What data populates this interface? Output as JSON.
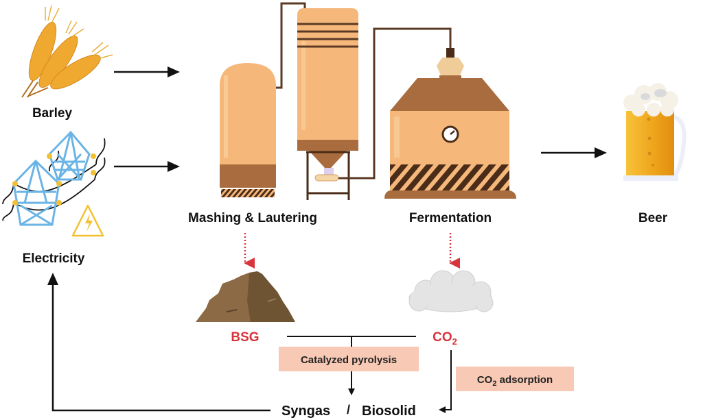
{
  "diagram": {
    "type": "process-flow",
    "inputs": {
      "barley": {
        "label": "Barley",
        "icon": "barley-icon"
      },
      "electricity": {
        "label": "Electricity",
        "icon": "power-tower-icon"
      }
    },
    "stages": {
      "mashing": {
        "label": "Mashing & Lautering",
        "icon": "mash-tun-icon"
      },
      "fermentation": {
        "label": "Fermentation",
        "icon": "fermenter-icon"
      }
    },
    "output": {
      "label": "Beer",
      "icon": "beer-mug-icon"
    },
    "byproducts": {
      "bsg": {
        "label": "BSG",
        "icon": "grain-pile-icon"
      },
      "co2": {
        "label_main": "CO",
        "label_sub": "2",
        "icon": "cloud-icon"
      }
    },
    "processes": {
      "pyrolysis": {
        "label": "Catalyzed pyrolysis"
      },
      "adsorption": {
        "label_main": "CO",
        "label_sub": "2",
        "label_rest": " adsorption"
      }
    },
    "products": {
      "syngas": {
        "label": "Syngas"
      },
      "separator": {
        "label": "/"
      },
      "biosolid": {
        "label": "Biosolid"
      }
    },
    "edges": [
      {
        "from": "Barley",
        "to": "Mashing & Lautering",
        "style": "solid"
      },
      {
        "from": "Electricity",
        "to": "Mashing & Lautering",
        "style": "solid"
      },
      {
        "from": "Fermentation",
        "to": "Beer",
        "style": "solid"
      },
      {
        "from": "Mashing & Lautering",
        "to": "BSG",
        "style": "dotted-red"
      },
      {
        "from": "Fermentation",
        "to": "CO2",
        "style": "dotted-red"
      },
      {
        "from": "BSG",
        "to": "Syngas / Biosolid",
        "via": "Catalyzed pyrolysis",
        "style": "solid"
      },
      {
        "from": "CO2",
        "to": "Biosolid",
        "via": "CO2 adsorption",
        "style": "solid"
      },
      {
        "from": "Syngas",
        "to": "Electricity",
        "style": "solid"
      }
    ],
    "colors": {
      "tank": "#f5b77a",
      "tank_dark": "#a86c3e",
      "pipe": "#5a3a24",
      "arrow": "#111111",
      "byproduct_arrow": "#d8343c",
      "byproduct_label": "#d8343c",
      "process_box": "#f8c9b4",
      "tower": "#6ab4e6",
      "cloud": "#e4e4e4",
      "beer": "#f0a81c"
    }
  }
}
